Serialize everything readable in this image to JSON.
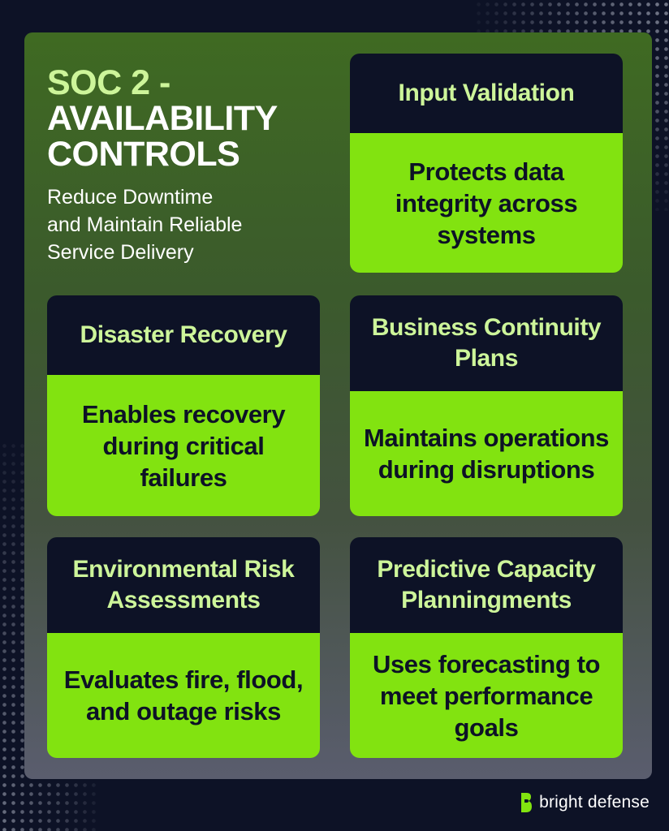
{
  "heading": {
    "title_line1": "SOC 2 -",
    "title_line2": "AVAILABILITY",
    "title_line3": "CONTROLS",
    "subtitle_line1": "Reduce Downtime",
    "subtitle_line2": "and Maintain Reliable",
    "subtitle_line3": "Service Delivery"
  },
  "cards": [
    {
      "title": "Input Validation",
      "description": "Protects data integrity across systems"
    },
    {
      "title": "Disaster Recovery",
      "description": "Enables recovery during critical failures"
    },
    {
      "title": "Business Continuity Plans",
      "description": "Maintains operations during disruptions"
    },
    {
      "title": "Environmental Risk Assessments",
      "description": "Evaluates fire, flood, and outage risks"
    },
    {
      "title": "Predictive Capacity Planningments",
      "description": "Uses forecasting to meet performance goals"
    }
  ],
  "brand": {
    "name": "bright defense",
    "logo_icon": "bright-defense-logo-icon"
  },
  "colors": {
    "background": "#0d1226",
    "accent_green": "#82e310",
    "title_green": "#cdf59a",
    "card_header": "#0d1226"
  }
}
